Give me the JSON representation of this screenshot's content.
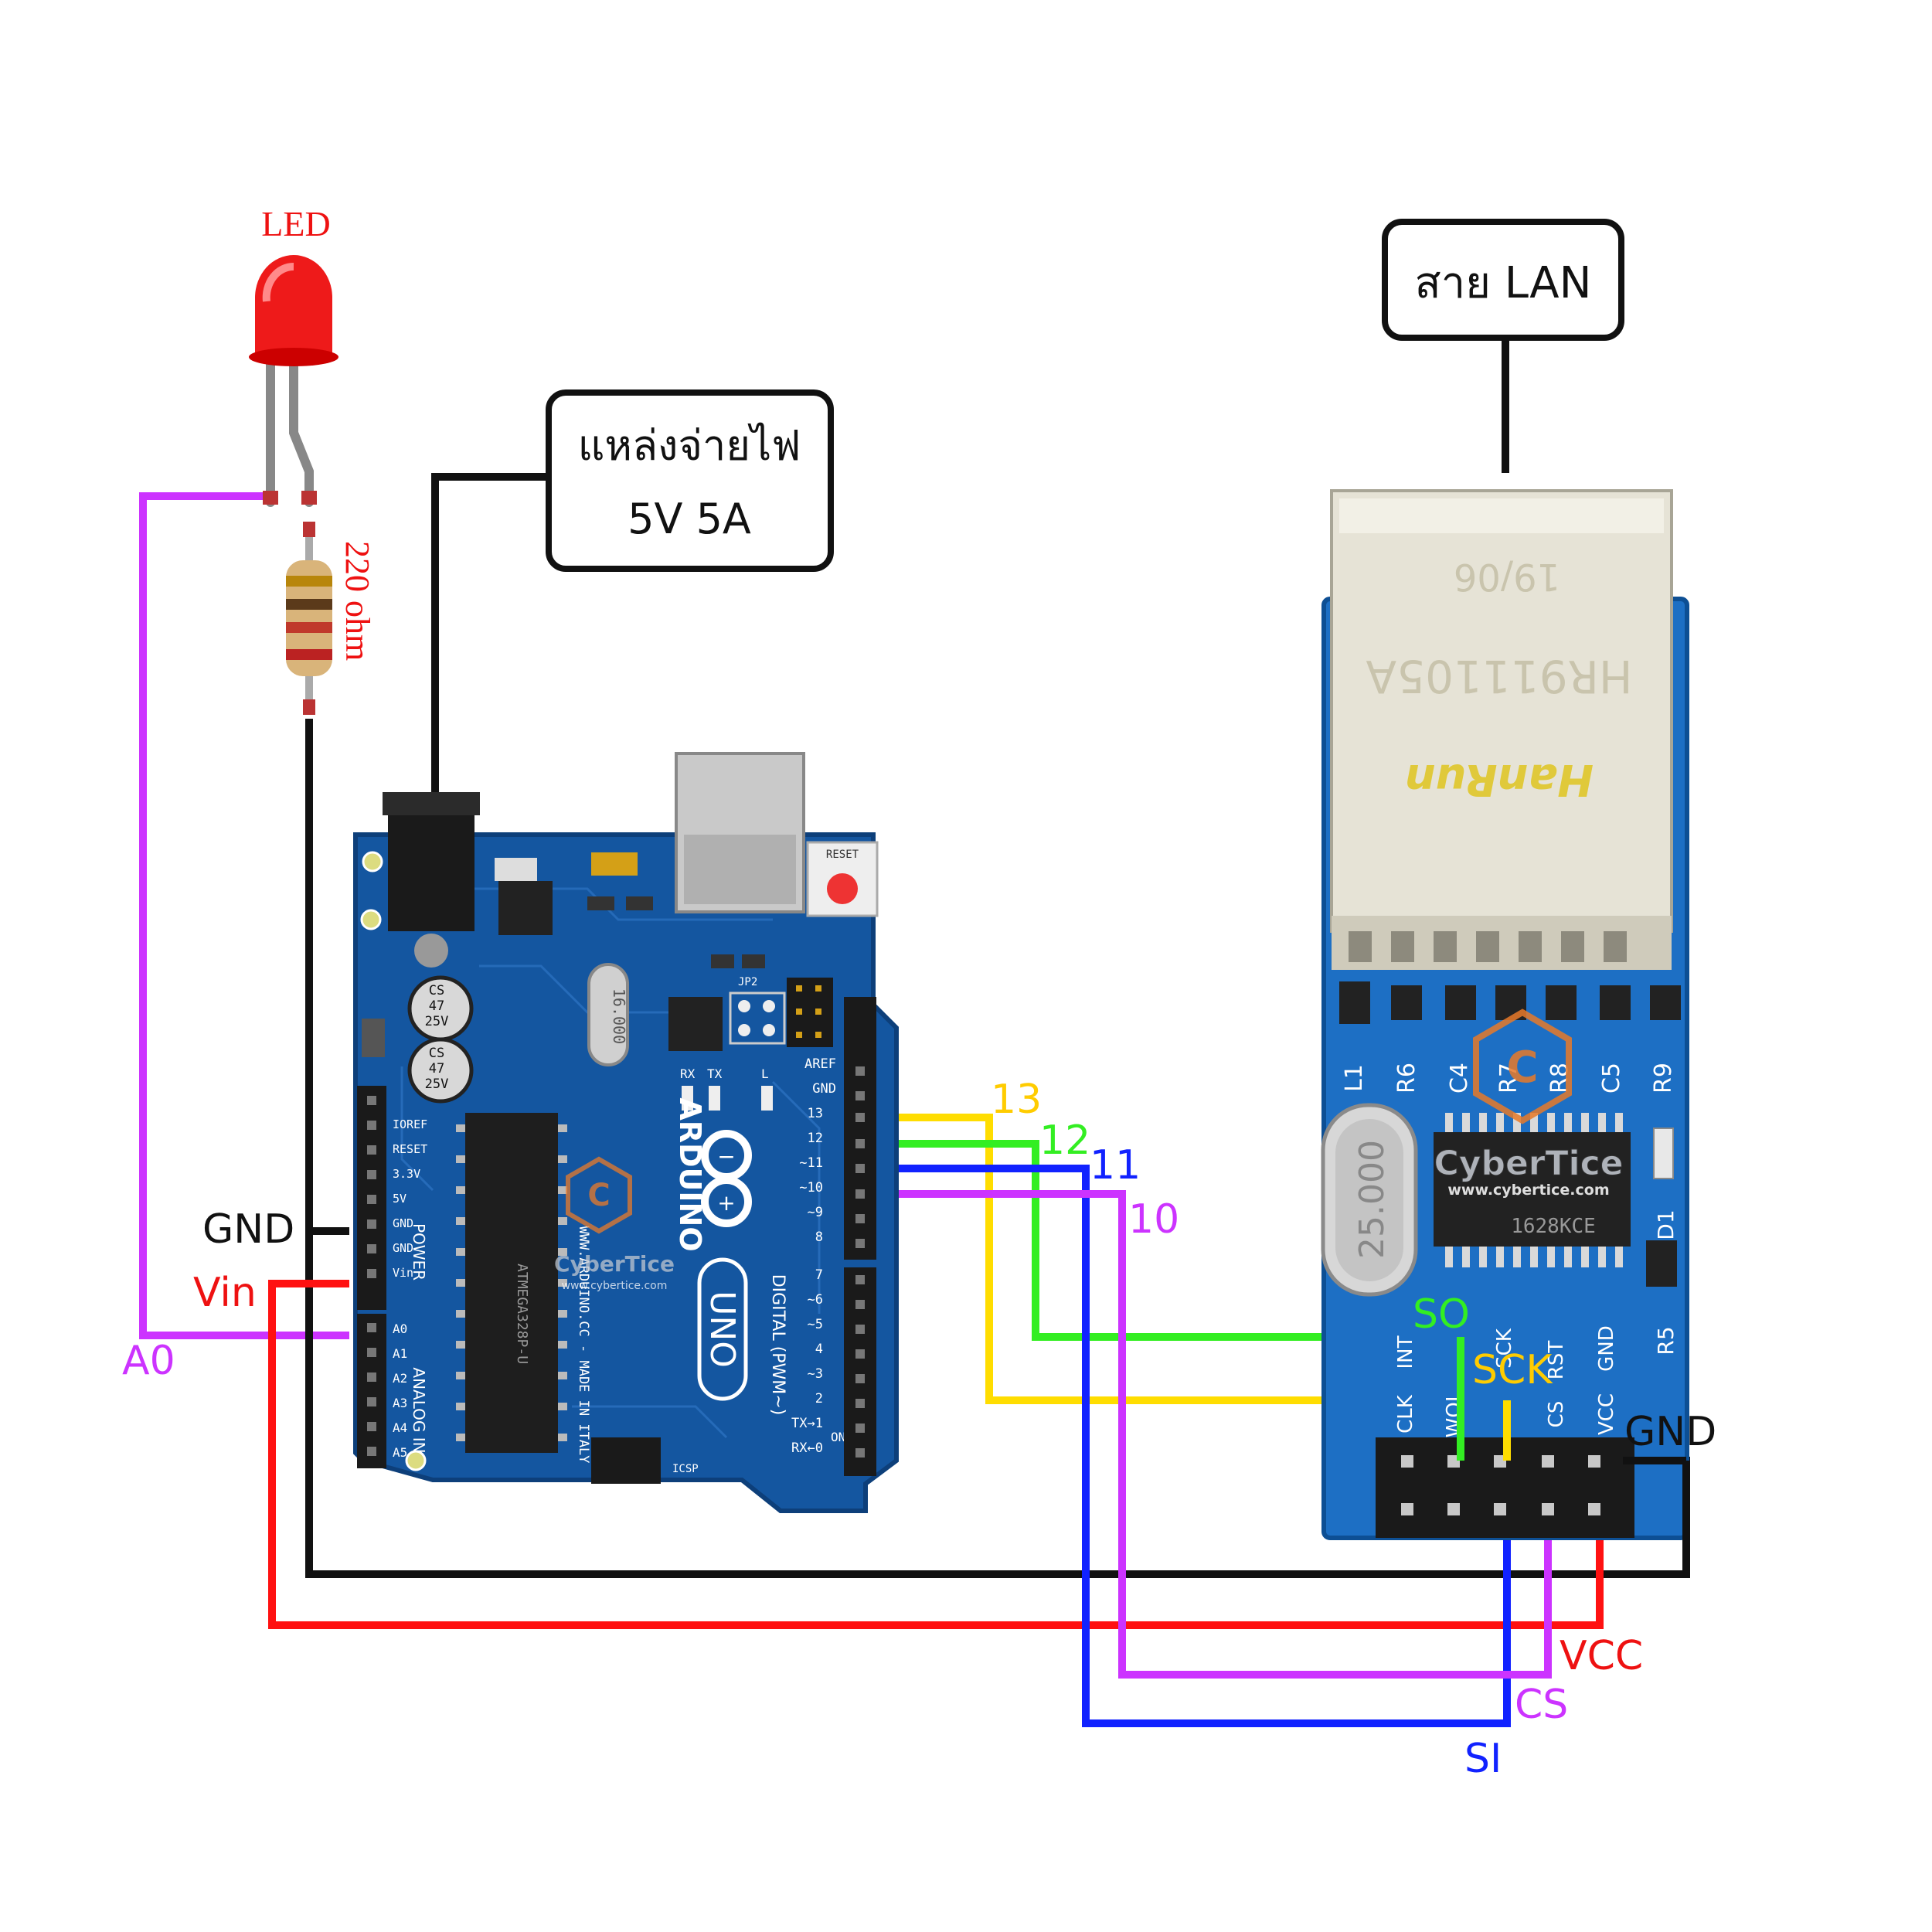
{
  "labels": {
    "led": "LED",
    "resistor": "220 ohm",
    "power_callout_line1": "แหล่งจ่ายไฟ",
    "power_callout_line2": "5V 5A",
    "lan_callout": "สาย LAN",
    "arduino_gnd": "GND",
    "arduino_vin": "Vin",
    "arduino_a0": "A0",
    "pin13": "13",
    "pin12": "12",
    "pin11": "11",
    "pin10": "10",
    "so": "SO",
    "sck": "SCK",
    "gnd_right": "GND",
    "vcc": "VCC",
    "cs": "CS",
    "si": "SI"
  },
  "arduino": {
    "brand": "ARDUINO",
    "model": "UNO",
    "digital": "DIGITAL (PWM~)",
    "analog": "ANALOG IN",
    "power": "POWER",
    "power_pins": [
      "IOREF",
      "RESET",
      "3.3V",
      "5V",
      "GND",
      "GND",
      "Vin"
    ],
    "analog_pins": [
      "A0",
      "A1",
      "A2",
      "A3",
      "A4",
      "A5"
    ],
    "digital_pins": [
      "AREF",
      "GND",
      "13",
      "12",
      "~11",
      "~10",
      "~9",
      "8"
    ],
    "digital_pins2": [
      "7",
      "~6",
      "~5",
      "4",
      "~3",
      "2",
      "TX→1",
      "RX←0"
    ],
    "chip_text": "ATMEGA328P-U",
    "crystal": "16.000",
    "cap1": [
      "CS",
      "47",
      "25V"
    ],
    "cap2": [
      "CS",
      "47",
      "25V"
    ],
    "made": "WWW.ARDUINO.CC - MADE IN ITALY",
    "on": "ON",
    "icsp": "ICSP",
    "jp2": "JP2",
    "rx": "RX",
    "tx": "TX",
    "l": "L",
    "reset": "RESET"
  },
  "enc": {
    "jack_text1": "19/06",
    "jack_text2": "HR911105A",
    "jack_text3": "HanRun",
    "crystal": "25.000",
    "chip": "1628KCE",
    "watermark": "CyberTice",
    "watermark_url": "www.cybertice.com",
    "comp_labels": [
      "L1",
      "R6",
      "C4",
      "R7",
      "R8",
      "C5",
      "R9"
    ],
    "d1": "D1",
    "r5": "R5",
    "header_labels": [
      "CLK",
      "INT",
      "WOL",
      "SO",
      "SI",
      "SCK",
      "CS",
      "RST",
      "VCC",
      "GND"
    ]
  },
  "arduino_watermark": "CyberTice",
  "arduino_watermark_url": "www.cybertice.com",
  "colors": {
    "magenta": "#cc33ff",
    "yellow": "#ffdd00",
    "green": "#33ee22",
    "blue": "#1122ff",
    "red": "#ff1111",
    "black": "#111111",
    "board": "#1456a0",
    "board_dark": "#0d3f7a",
    "label_yellow": "#ffcc00"
  }
}
